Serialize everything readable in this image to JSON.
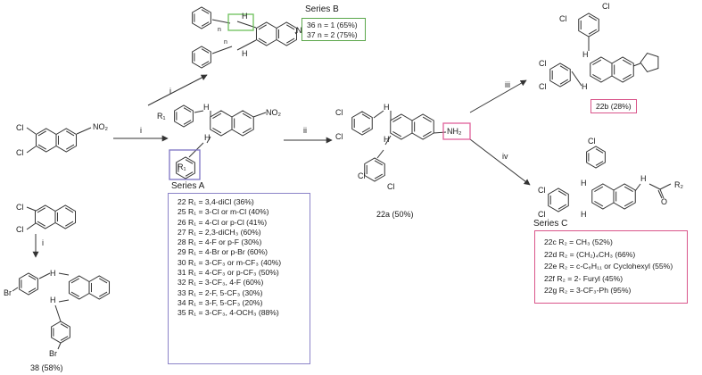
{
  "reagents": {
    "i_top": "i",
    "i_mid": "i",
    "i_left": "i",
    "ii": "ii",
    "iii": "iii",
    "iv": "iv"
  },
  "atoms": {
    "cl": "Cl",
    "br": "Br",
    "nh": "H",
    "n_small": "n",
    "no2": "NO₂",
    "nh2": "NH₂",
    "r1": "R₁",
    "r2": "R₂",
    "o": "O"
  },
  "series_a": {
    "title": "Series  A",
    "entries": [
      "22 R₁ = 3,4-diCl (36%)",
      "25 R₁ = 3-Cl or m-Cl (40%)",
      "26 R₁ = 4-Cl or p-Cl (41%)",
      "27 R₁ = 2,3-diCH₃ (60%)",
      "28 R₁ = 4-F or p-F (30%)",
      "29 R₁ = 4-Br or p-Br (60%)",
      "30 R₁ = 3-CF₃ or m-CF₃ (40%)",
      "31 R₁ = 4-CF₃ or p-CF₃ (50%)",
      "32 R₁ = 3-CF₃, 4-F (60%)",
      "33 R₁ = 2-F, 5-CF₃ (30%)",
      "34 R₁ = 3-F, 5-CF₃ (20%)",
      "35 R₁ = 3-CF₃, 4-OCH₃ (88%)"
    ],
    "border_color": "#8c84c8"
  },
  "series_b": {
    "title": "Series B",
    "entries": [
      "36 n = 1 (65%)",
      "37 n = 2 (75%)"
    ],
    "border_color": "#5aa64a"
  },
  "series_c": {
    "title": "Series C",
    "entries": [
      "22c R₂ = CH₃ (52%)",
      "22d R₂ = (CH₂)₄CH₃ (66%)",
      "22e R₂ = c-C₆H₁₁ or Cyclohexyl (55%)",
      "22f R₂ = 2- Furyl (45%)",
      "22g R₂ = 3-CF₃-Ph (95%)"
    ],
    "border_color": "#d9558a"
  },
  "compounds": {
    "c22a": "22a (50%)",
    "c22b": "22b (28%)",
    "c38": "38 (58%)"
  },
  "highlight_colors": {
    "green": "#6cbf5a",
    "purple": "#7d74c4",
    "pink": "#e0609a"
  }
}
